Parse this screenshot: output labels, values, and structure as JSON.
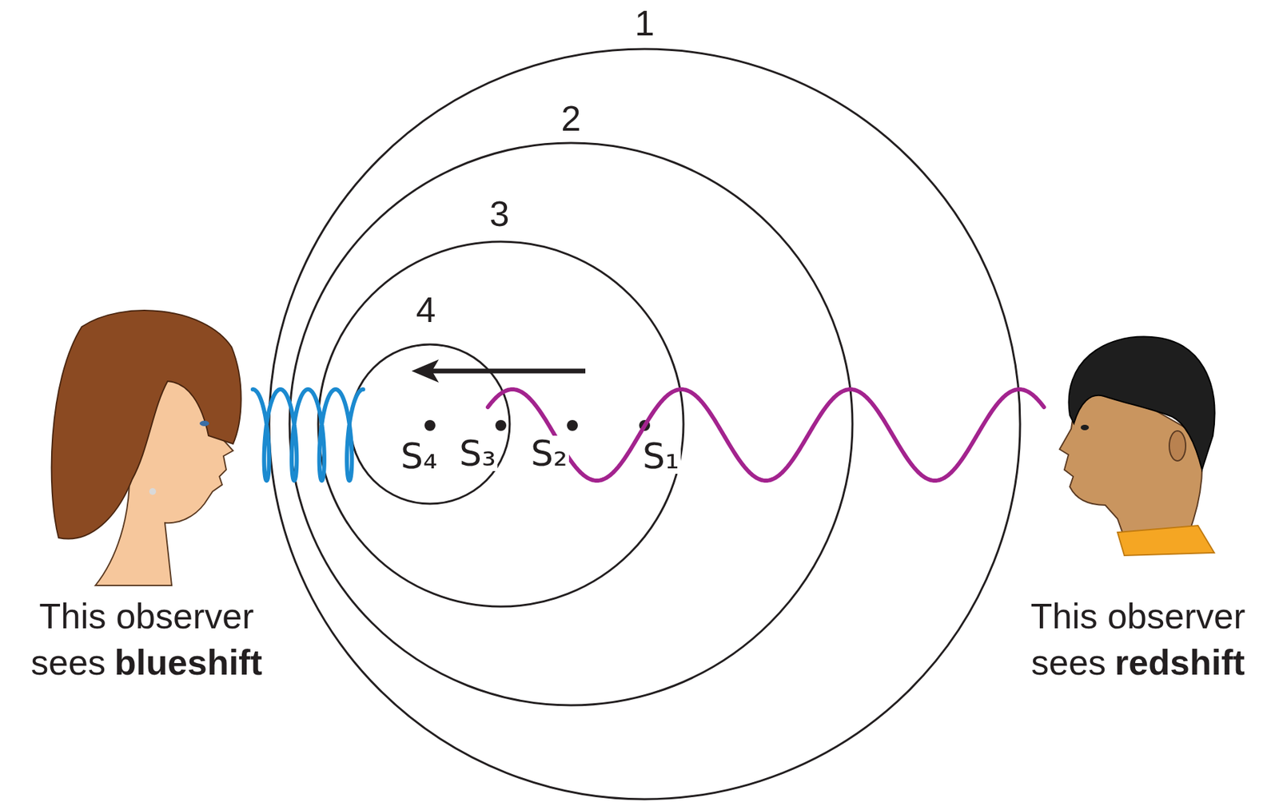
{
  "diagram": {
    "labels": [
      "1",
      "2",
      "3",
      "4",
      "S₄",
      "S₃",
      "S₂",
      "S₁",
      "This observer sees",
      "blueshift",
      "This observer sees",
      "redshift"
    ]
  }
}
